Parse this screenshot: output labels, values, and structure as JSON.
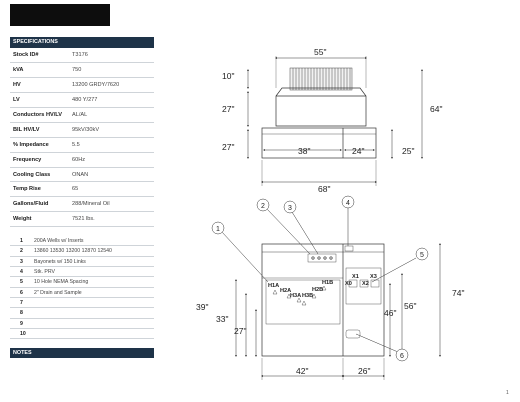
{
  "specifications": {
    "header": "SPECIFICATIONS",
    "rows": [
      {
        "label": "Stock ID#",
        "value": "T3176"
      },
      {
        "label": "kVA",
        "value": "750"
      },
      {
        "label": "HV",
        "value": "13200 GRDY/7620"
      },
      {
        "label": "LV",
        "value": "480 Y/277"
      },
      {
        "label": "Conductors HV/LV",
        "value": "AL/AL"
      },
      {
        "label": "BIL HV/LV",
        "value": "95kV/30kV"
      },
      {
        "label": "% Impedance",
        "value": "5.5"
      },
      {
        "label": "Frequency",
        "value": "60Hz"
      },
      {
        "label": "Cooling Class",
        "value": "ONAN"
      },
      {
        "label": "Temp Rise",
        "value": "65"
      },
      {
        "label": "Gallons/Fluid",
        "value": "288/Mineral Oil"
      },
      {
        "label": "Weight",
        "value": "7521 lbs."
      }
    ]
  },
  "notes_list": [
    {
      "num": "1",
      "text": "200A Wells w/ Inserts"
    },
    {
      "num": "2",
      "text": "13860 13530 13200 12870 12540"
    },
    {
      "num": "3",
      "text": "Bayonets w/ 150 Links"
    },
    {
      "num": "4",
      "text": "Stk. PRV"
    },
    {
      "num": "5",
      "text": "10 Hole NEMA Spacing"
    },
    {
      "num": "6",
      "text": "2\" Drain and Sample"
    },
    {
      "num": "7",
      "text": ""
    },
    {
      "num": "8",
      "text": ""
    },
    {
      "num": "9",
      "text": ""
    },
    {
      "num": "10",
      "text": ""
    }
  ],
  "notes_header": "NOTES",
  "top_view": {
    "dim_width_radiator": "55\"",
    "dim_radiator_depth": "10\"",
    "dim_tank_depth": "27\"",
    "dim_cabinet_depth": "27\"",
    "dim_total_depth": "64\"",
    "dim_hv_side": "38\"",
    "dim_lv_side": "24\"",
    "dim_cabinet_right": "25\"",
    "dim_total_width": "68\""
  },
  "front_view": {
    "labels": {
      "h1a": "H1A",
      "h2a": "H2A",
      "h3a": "H3A",
      "h1b": "H1B",
      "h2b": "H2B",
      "h3b": "H3B",
      "x1": "X1",
      "x2": "X2",
      "x3": "X3",
      "x0": "X0"
    },
    "dim_height_left": "39\"",
    "dim_bushing_height": "33\"",
    "dim_lower": "27\"",
    "dim_lv_bushing": "56\"",
    "dim_lv_lower": "46\"",
    "dim_total_height": "74\"",
    "dim_bottom_left": "42\"",
    "dim_bottom_right": "26\""
  },
  "callouts": [
    "1",
    "2",
    "3",
    "4",
    "5",
    "6"
  ],
  "page_number": "1"
}
